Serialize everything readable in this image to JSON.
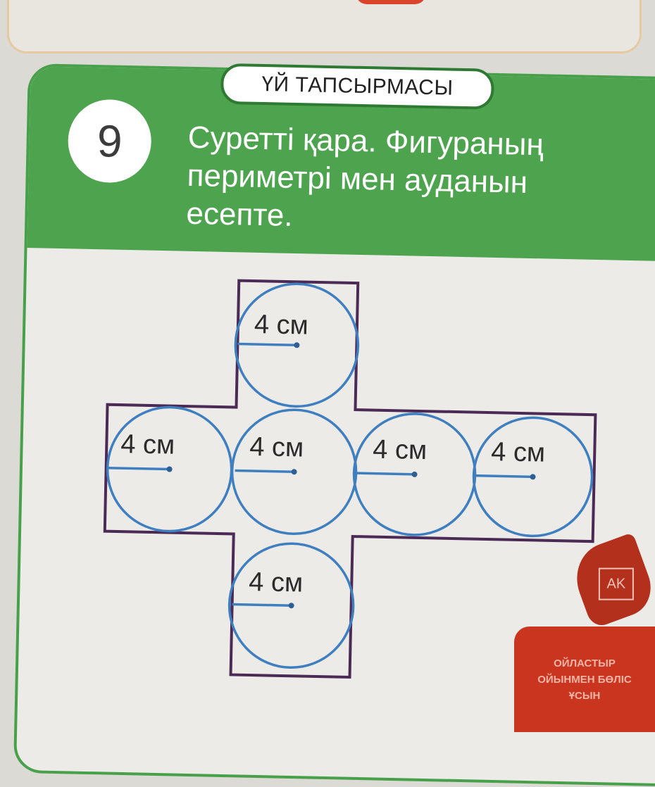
{
  "header": {
    "tab_label": "ҮЙ ТАПСЫРМАСЫ",
    "exercise_number": "9",
    "instruction": "Суретті қара. Фигураның периметрі мен ауданын есепте."
  },
  "figure": {
    "circle_count": 6,
    "radius_label": "4 см",
    "labels": [
      "4 см",
      "4 см",
      "4 см",
      "4 см",
      "4 см",
      "4 см"
    ],
    "outline_color": "#4b2a55",
    "circle_color": "#3f7fc0"
  },
  "badge": {
    "icon": "ak-logo-icon",
    "icon_text": "AK",
    "lines": [
      "ОЙЛАСТЫР",
      "ОЙЫНМЕН БӨЛІС",
      "ҰСЫН"
    ]
  }
}
